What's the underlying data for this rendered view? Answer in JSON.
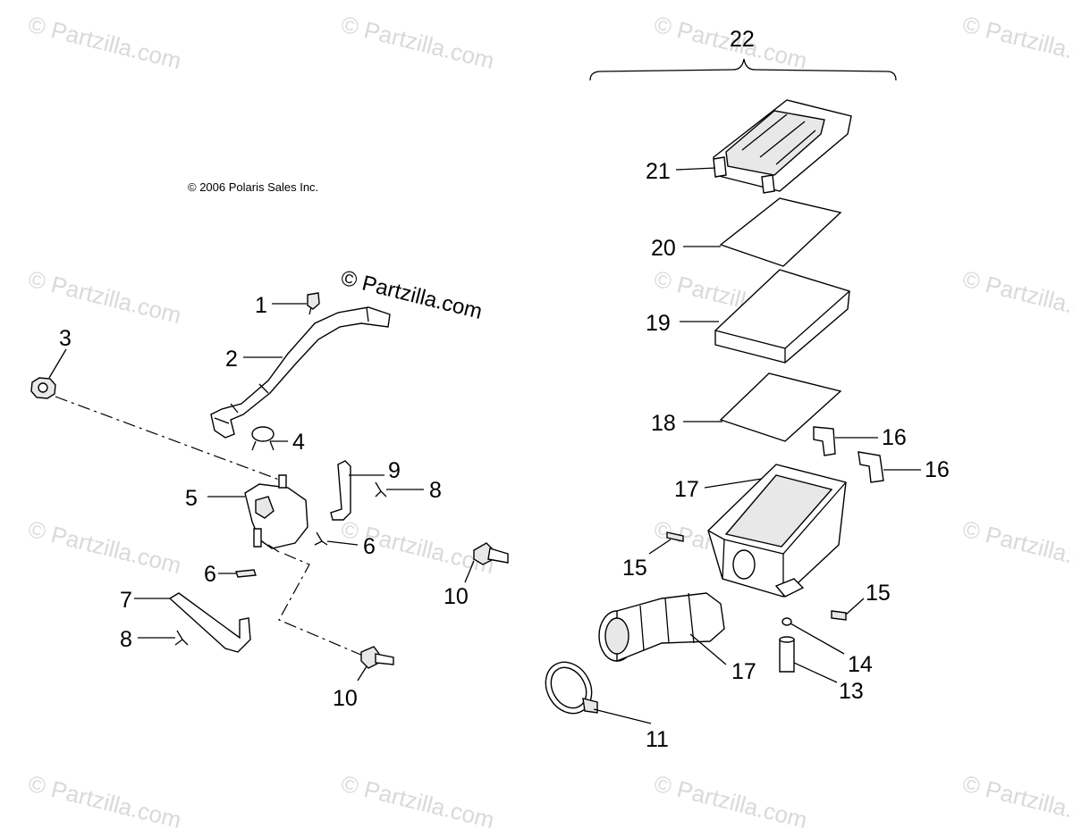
{
  "copyright": "© 2006 Polaris Sales Inc.",
  "watermark": {
    "main": "© Partzilla.com",
    "faint": "© Partzilla.com"
  },
  "callouts": {
    "c1": "1",
    "c2": "2",
    "c3": "3",
    "c4": "4",
    "c5": "5",
    "c6a": "6",
    "c6b": "6",
    "c7": "7",
    "c8a": "8",
    "c8b": "8",
    "c9": "9",
    "c10a": "10",
    "c10b": "10",
    "c11": "11",
    "c13": "13",
    "c14": "14",
    "c15a": "15",
    "c15b": "15",
    "c16a": "16",
    "c16b": "16",
    "c17a": "17",
    "c17b": "17",
    "c18": "18",
    "c19": "19",
    "c20": "20",
    "c21": "21",
    "c22": "22"
  }
}
